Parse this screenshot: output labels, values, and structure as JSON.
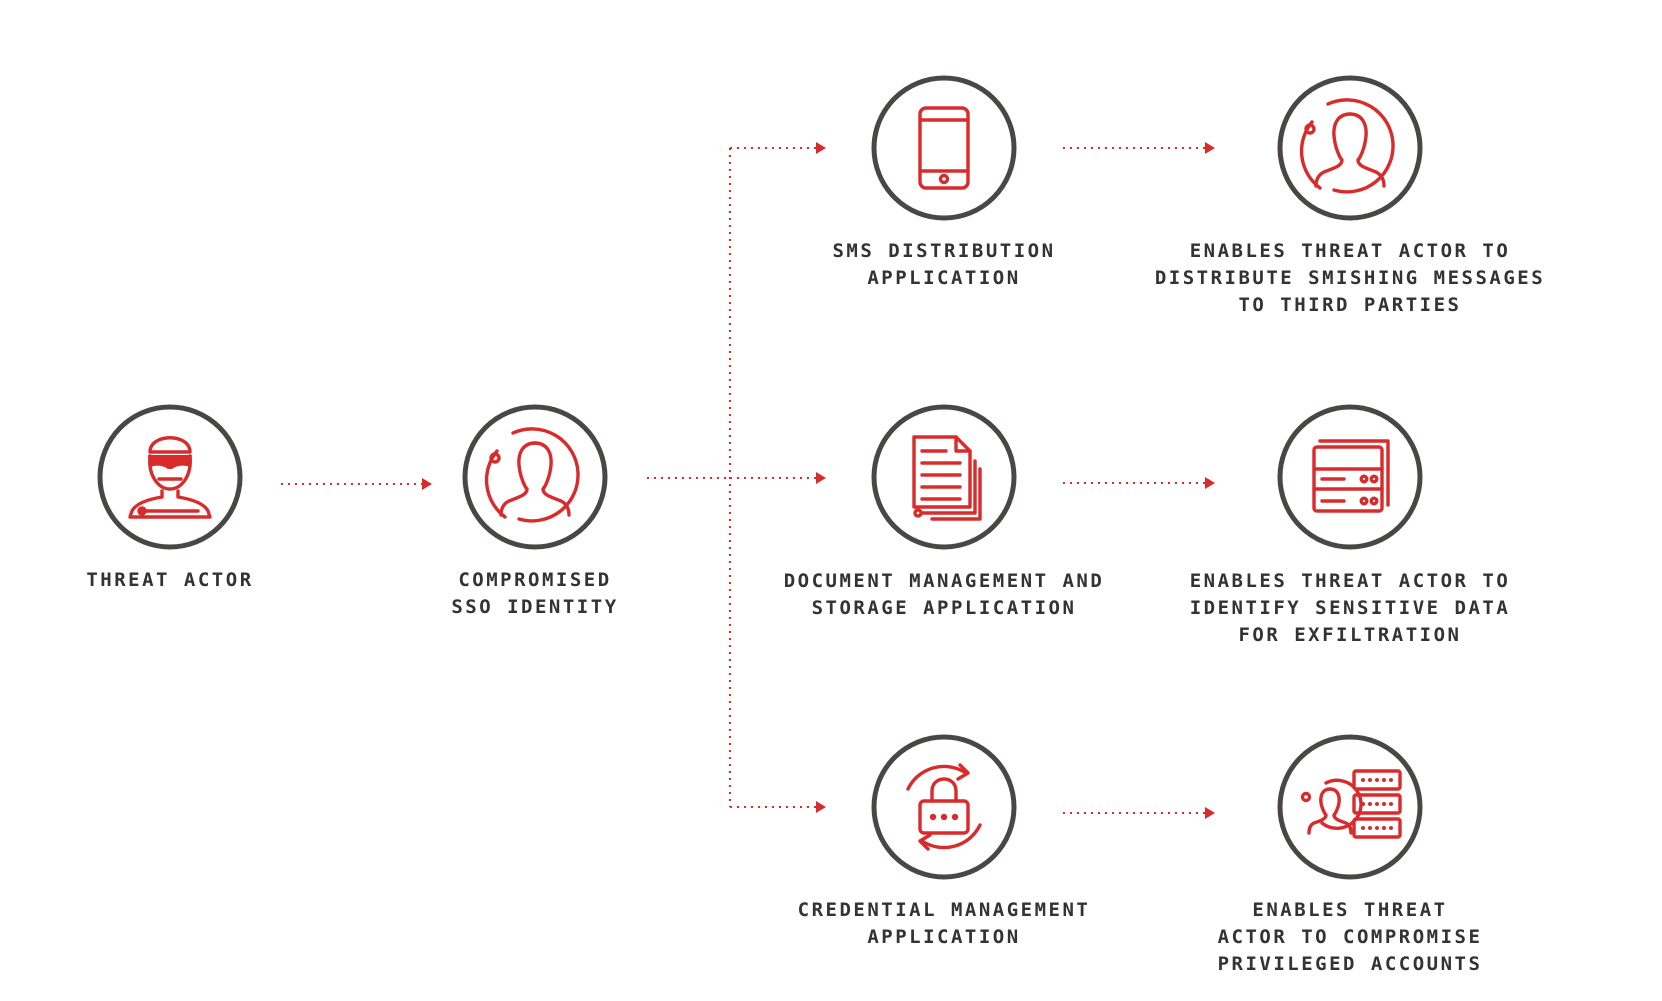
{
  "colors": {
    "accent": "#d92b2b",
    "ring": "#4a4646",
    "text": "#333333"
  },
  "nodes": [
    {
      "id": "threat-actor",
      "icon": "burglar-icon",
      "label": [
        "THREAT ACTOR"
      ]
    },
    {
      "id": "sso",
      "icon": "user-cycle-icon",
      "label": [
        "COMPROMISED",
        "SSO IDENTITY"
      ]
    },
    {
      "id": "sms-app",
      "icon": "smartphone-icon",
      "label": [
        "SMS DISTRIBUTION",
        "APPLICATION"
      ]
    },
    {
      "id": "doc-app",
      "icon": "documents-icon",
      "label": [
        "DOCUMENT MANAGEMENT AND",
        "STORAGE APPLICATION"
      ]
    },
    {
      "id": "cred-app",
      "icon": "lock-cycle-icon",
      "label": [
        "CREDENTIAL MANAGEMENT",
        "APPLICATION"
      ]
    },
    {
      "id": "smishing",
      "icon": "user-cycle-icon",
      "label": [
        "ENABLES THREAT ACTOR TO",
        "DISTRIBUTE SMISHING MESSAGES",
        "TO THIRD PARTIES"
      ]
    },
    {
      "id": "exfil",
      "icon": "server-browser-icon",
      "label": [
        "ENABLES THREAT ACTOR TO",
        "IDENTIFY SENSITIVE DATA",
        "FOR EXFILTRATION"
      ]
    },
    {
      "id": "privileged",
      "icon": "user-credentials-icon",
      "label": [
        "ENABLES THREAT",
        "ACTOR TO COMPROMISE",
        "PRIVILEGED ACCOUNTS"
      ]
    }
  ],
  "edges": [
    {
      "from": "threat-actor",
      "to": "sso"
    },
    {
      "from": "sso",
      "to": "sms-app"
    },
    {
      "from": "sso",
      "to": "doc-app"
    },
    {
      "from": "sso",
      "to": "cred-app"
    },
    {
      "from": "sms-app",
      "to": "smishing"
    },
    {
      "from": "doc-app",
      "to": "exfil"
    },
    {
      "from": "cred-app",
      "to": "privileged"
    }
  ]
}
